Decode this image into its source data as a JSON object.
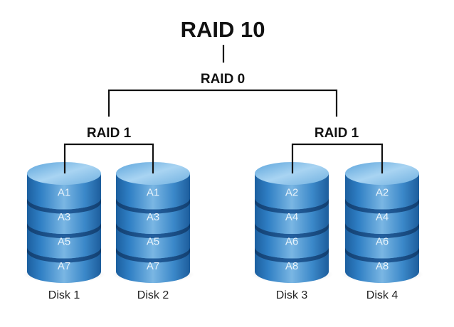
{
  "title": "RAID 10",
  "top_level": {
    "label": "RAID 0"
  },
  "groups": [
    {
      "label": "RAID 1",
      "disks": [
        {
          "name": "Disk 1",
          "blocks": [
            "A1",
            "A3",
            "A5",
            "A7"
          ]
        },
        {
          "name": "Disk 2",
          "blocks": [
            "A1",
            "A3",
            "A5",
            "A7"
          ]
        }
      ]
    },
    {
      "label": "RAID 1",
      "disks": [
        {
          "name": "Disk 3",
          "blocks": [
            "A2",
            "A4",
            "A6",
            "A8"
          ]
        },
        {
          "name": "Disk 4",
          "blocks": [
            "A2",
            "A4",
            "A6",
            "A8"
          ]
        }
      ]
    }
  ],
  "colors": {
    "disk_light": "#8cc4ea",
    "disk_mid": "#3f8fd0",
    "disk_dark": "#1a5a9a",
    "line": "#111111"
  }
}
